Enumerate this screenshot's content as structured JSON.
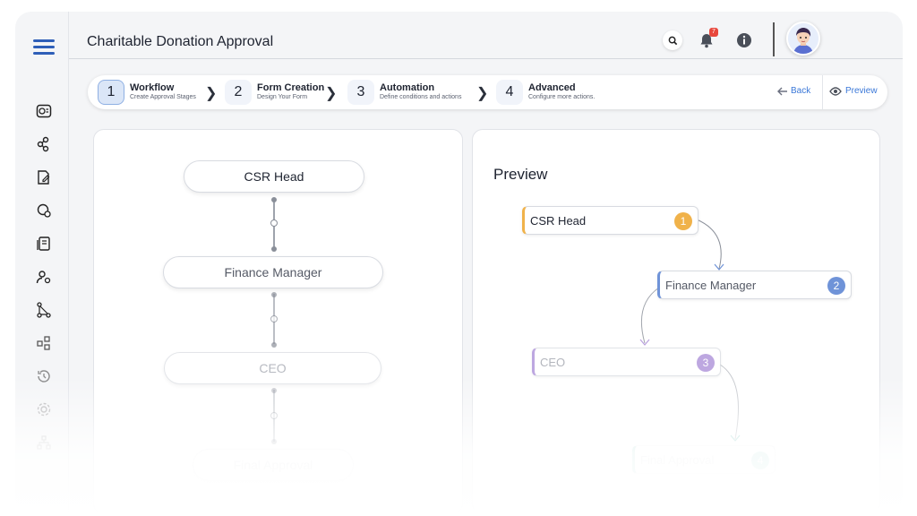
{
  "header": {
    "title": "Charitable Donation Approval",
    "notification_count": "7"
  },
  "icons": {
    "menu": "hamburger-menu-icon",
    "search": "search-icon",
    "bell": "bell-icon",
    "info": "info-icon",
    "avatar": "user-avatar"
  },
  "sidebar": {
    "items": [
      {
        "icon": "dashboard-icon"
      },
      {
        "icon": "workflow-icon"
      },
      {
        "icon": "form-edit-icon"
      },
      {
        "icon": "settings-user-icon"
      },
      {
        "icon": "documents-icon"
      },
      {
        "icon": "users-settings-icon"
      },
      {
        "icon": "hierarchy-icon"
      },
      {
        "icon": "modules-icon"
      },
      {
        "icon": "history-icon"
      },
      {
        "icon": "gear-icon"
      },
      {
        "icon": "org-chart-icon"
      }
    ]
  },
  "stepper": {
    "steps": [
      {
        "num": "1",
        "title": "Workflow",
        "subtitle": "Create Approval Stages"
      },
      {
        "num": "2",
        "title": "Form Creation",
        "subtitle": "Design Your Form"
      },
      {
        "num": "3",
        "title": "Automation",
        "subtitle": "Define conditions and actions"
      },
      {
        "num": "4",
        "title": "Advanced",
        "subtitle": "Configure more actions."
      }
    ],
    "back_label": "Back",
    "preview_label": "Preview"
  },
  "builder": {
    "stages": [
      "CSR Head",
      "Finance Manager",
      "CEO",
      "Final Approval"
    ]
  },
  "preview": {
    "title": "Preview",
    "nodes": [
      {
        "label": "CSR Head",
        "num": "1",
        "color": "#f0b24a"
      },
      {
        "label": "Finance Manager",
        "num": "2",
        "color": "#6f93d8"
      },
      {
        "label": "CEO",
        "num": "3",
        "color": "#a88ad6"
      },
      {
        "label": "Final Approval",
        "num": "4",
        "color": "#4fb4a8"
      }
    ]
  },
  "colors": {
    "accent": "#3b78d8",
    "menu": "#2f5fb8"
  }
}
